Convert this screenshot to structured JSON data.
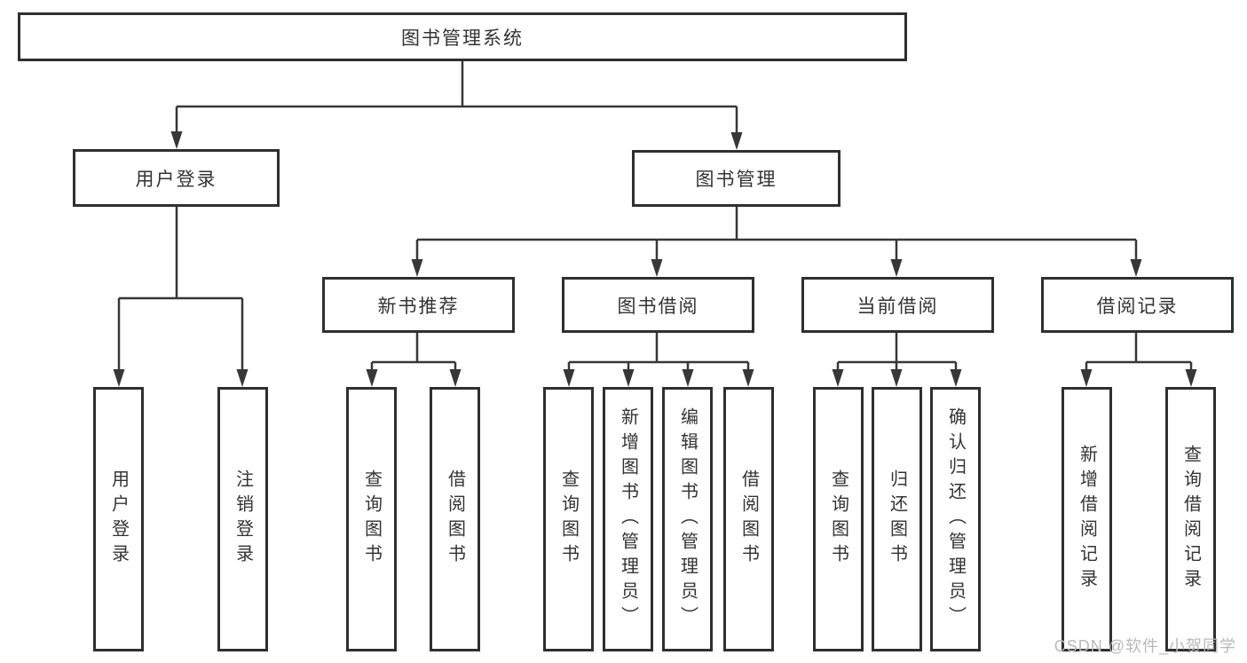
{
  "diagram": {
    "title_node": {
      "label": "图书管理系统"
    },
    "level2": [
      {
        "label": "用户登录"
      },
      {
        "label": "图书管理"
      }
    ],
    "level3": [
      {
        "label": "新书推荐"
      },
      {
        "label": "图书借阅"
      },
      {
        "label": "当前借阅"
      },
      {
        "label": "借阅记录"
      }
    ],
    "leaves": [
      {
        "label": "用户登录",
        "parent": "用户登录"
      },
      {
        "label": "注销登录",
        "parent": "用户登录"
      },
      {
        "label": "查询图书",
        "parent": "新书推荐"
      },
      {
        "label": "借阅图书",
        "parent": "新书推荐"
      },
      {
        "label": "查询图书",
        "parent": "图书借阅"
      },
      {
        "label": "新增图书（管理员）",
        "parent": "图书借阅"
      },
      {
        "label": "编辑图书（管理员）",
        "parent": "图书借阅"
      },
      {
        "label": "借阅图书",
        "parent": "图书借阅"
      },
      {
        "label": "查询图书",
        "parent": "当前借阅"
      },
      {
        "label": "归还图书",
        "parent": "当前借阅"
      },
      {
        "label": "确认归还（管理员）",
        "parent": "当前借阅"
      },
      {
        "label": "新增借阅记录",
        "parent": "借阅记录"
      },
      {
        "label": "查询借阅记录",
        "parent": "借阅记录"
      }
    ],
    "watermark": "CSDN @软件_小贺同学",
    "colors": {
      "line": "#373737",
      "border": "#2f2f2f",
      "text": "#333333",
      "watermark": "#b9b9b9",
      "background": "#ffffff"
    }
  }
}
